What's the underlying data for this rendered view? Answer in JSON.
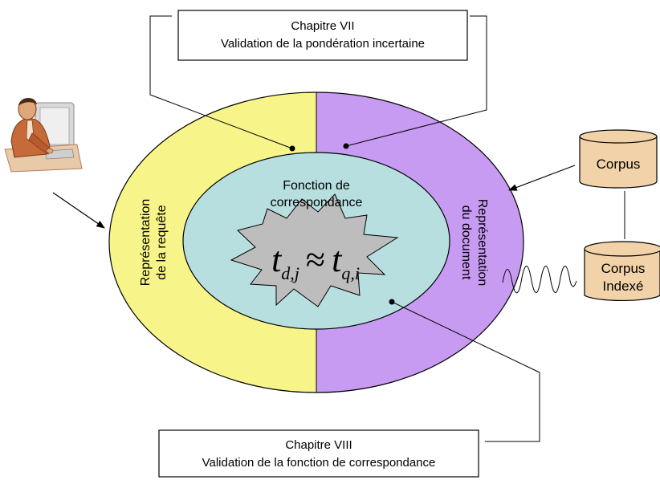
{
  "chapter_top": {
    "line1": "Chapitre VII",
    "line2": "Validation de la pondération incertaine"
  },
  "chapter_bottom": {
    "line1": "Chapitre VIII",
    "line2": "Validation de la fonction de correspondance"
  },
  "inner": {
    "line1": "Fonction de",
    "line2": "correspondance"
  },
  "left_band": {
    "line1": "Représentation",
    "line2": "de la requête"
  },
  "right_band": {
    "line1": "Représentation",
    "line2": "du document"
  },
  "corpus": {
    "label": "Corpus"
  },
  "corpus_indexed": {
    "line1": "Corpus",
    "line2": "Indexé"
  },
  "formula": {
    "lhs": "t",
    "lhs_sub": "d,j",
    "op": "≈",
    "rhs": "t",
    "rhs_sub": "q,i"
  },
  "icons": {
    "user": "user-at-computer-icon",
    "burst": "star-burst-shape",
    "wave": "squiggle-wave"
  },
  "colors": {
    "left_band": "#f7f58a",
    "right_band": "#c89bf2",
    "inner_ellipse": "#b8dfe0",
    "burst": "#bdbdbd",
    "corpus": "#f2d2a8"
  }
}
